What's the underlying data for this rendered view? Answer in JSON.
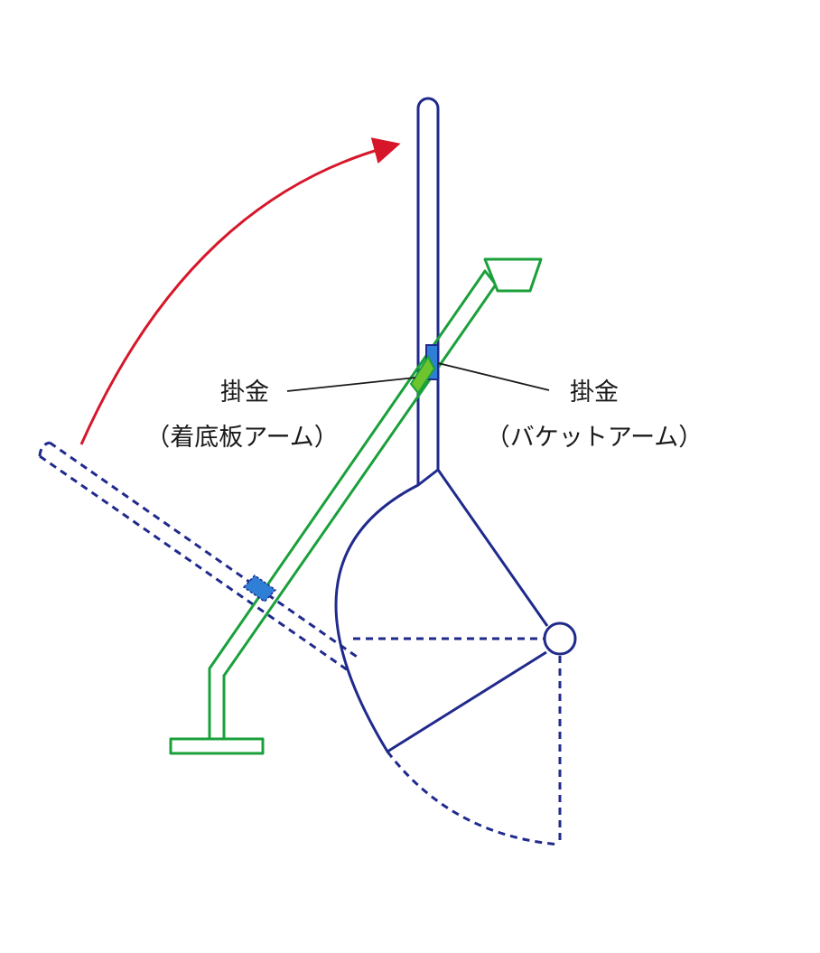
{
  "labels": {
    "latch_left": "掛金",
    "latch_left_sub": "（着底板アーム）",
    "latch_right": "掛金",
    "latch_right_sub": "（バケットアーム）"
  },
  "colors": {
    "bucket_arm": "#1f2a8c",
    "bottom_plate_arm": "#1aa03a",
    "rotation_arrow": "#d6172a",
    "latch_fill": "#2f7fd6",
    "latch_highlight": "#6cc42e",
    "leader_line": "#1a1a1a"
  }
}
